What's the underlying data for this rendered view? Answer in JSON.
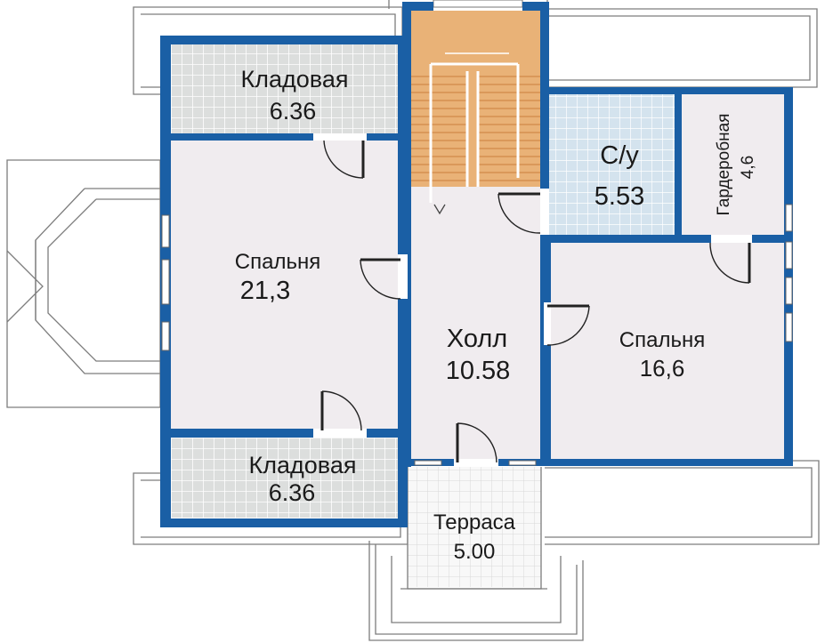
{
  "rooms": {
    "storage_top": {
      "name": "Кладовая",
      "area": "6.36"
    },
    "bedroom_left": {
      "name": "Спальня",
      "area": "21,3"
    },
    "storage_bottom": {
      "name": "Кладовая",
      "area": "6.36"
    },
    "hall": {
      "name": "Холл",
      "area": "10.58"
    },
    "bathroom": {
      "name": "С/у",
      "area": "5.53"
    },
    "wardrobe": {
      "name": "Гардеробная",
      "area": "4,6"
    },
    "bedroom_right": {
      "name": "Спальня",
      "area": "16,6"
    },
    "terrace": {
      "name": "Терраса",
      "area": "5.00"
    }
  },
  "colors": {
    "wall": "#1a5fa5",
    "room_fill": "#f0ecef",
    "tile_fill": "#dadcdc",
    "bath_fill": "#d3e3ef",
    "stair_fill": "#e9b277",
    "terrace_fill": "#f7f7f7"
  }
}
